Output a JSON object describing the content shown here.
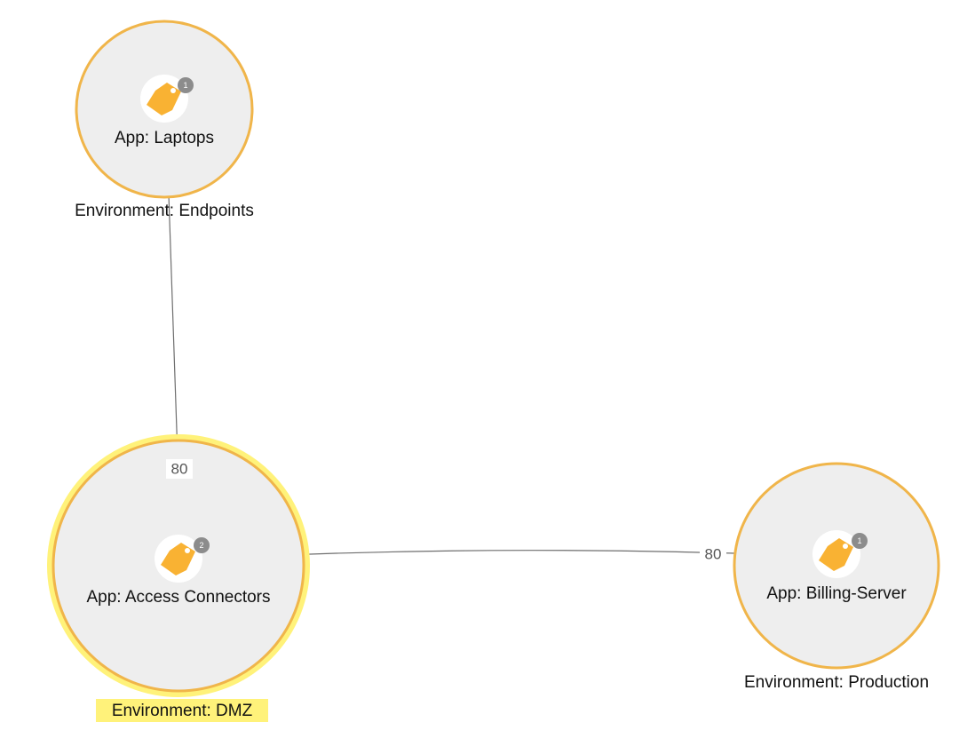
{
  "colors": {
    "node_fill": "#eeeeee",
    "node_stroke": "#f0b54a",
    "highlight": "#fff27a",
    "tag_icon": "#f9b233",
    "badge": "#8c8c8c",
    "edge": "#6e6e6e"
  },
  "nodes": [
    {
      "id": "laptops",
      "app_label": "App: Laptops",
      "environment_label": "Environment: Endpoints",
      "icon": "tag-icon",
      "badge_count": "1",
      "highlighted": false
    },
    {
      "id": "access-connectors",
      "app_label": "App: Access Connectors",
      "environment_label": "Environment: DMZ",
      "icon": "tag-icon",
      "badge_count": "2",
      "highlighted": true
    },
    {
      "id": "billing-server",
      "app_label": "App: Billing-Server",
      "environment_label": "Environment: Production",
      "icon": "tag-icon",
      "badge_count": "1",
      "highlighted": false
    }
  ],
  "edges": [
    {
      "from": "laptops",
      "to": "access-connectors",
      "port": "80"
    },
    {
      "from": "access-connectors",
      "to": "billing-server",
      "port": "80"
    }
  ]
}
